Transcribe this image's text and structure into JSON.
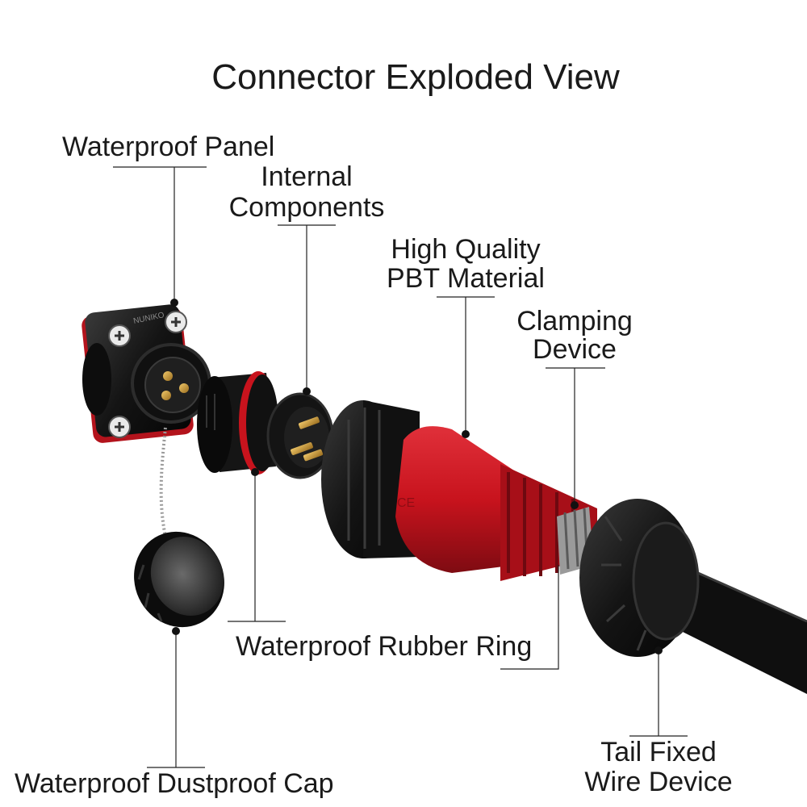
{
  "title": "Connector Exploded View",
  "callouts": {
    "waterproof_panel": "Waterproof Panel",
    "internal_components_line1": "Internal",
    "internal_components_line2": "Components",
    "pbt_line1": "High Quality",
    "pbt_line2": "PBT Material",
    "clamping_line1": "Clamping",
    "clamping_line2": "Device",
    "rubber_ring": "Waterproof Rubber Ring",
    "dustproof_cap": "Waterproof Dustproof Cap",
    "tail_line1": "Tail Fixed",
    "tail_line2": "Wire Device"
  },
  "panel_brand": "NUNIKO",
  "colors": {
    "connector_black": "#141414",
    "connector_red": "#c8131d",
    "pin_gold": "#c99a3c"
  }
}
